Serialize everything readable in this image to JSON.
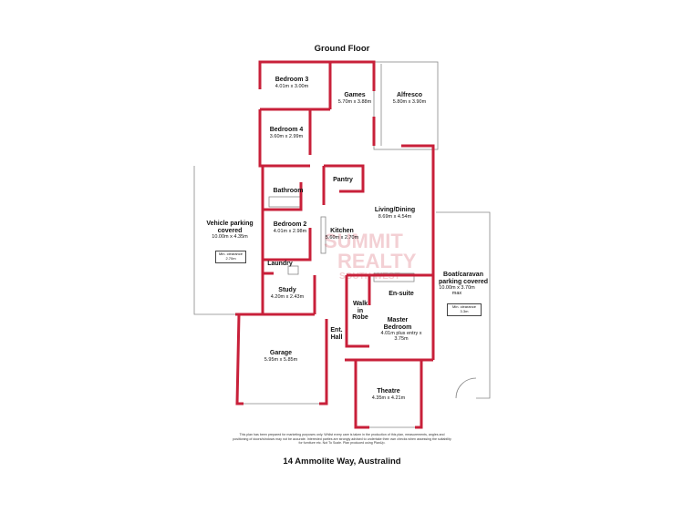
{
  "title": "Ground Floor",
  "address": "14 Ammolite Way, Australind",
  "disclaimer": "This plan has been prepared for marketing purposes only. Whilst every care is taken in the production of this plan, measurements, angles and positioning of doors/windows may not be accurate. Interested parties are strongly advised to undertake their own checks when assessing the suitability for furniture etc. Not To Scale. Plan produced using PlanUp.",
  "watermark": {
    "line1": "SUMMIT",
    "line2": "REALTY",
    "line3": "SOUTH WEST"
  },
  "colors": {
    "wall": "#c8203a",
    "outline": "#888888",
    "text": "#111111"
  },
  "rooms": {
    "bedroom3": {
      "name": "Bedroom 3",
      "dims": "4.01m x 3.00m"
    },
    "games": {
      "name": "Games",
      "dims": "5.70m x 3.88m"
    },
    "alfresco": {
      "name": "Alfresco",
      "dims": "5.80m x 3.90m"
    },
    "bedroom4": {
      "name": "Bedroom 4",
      "dims": "3.60m x 2.99m"
    },
    "pantry": {
      "name": "Pantry"
    },
    "bathroom": {
      "name": "Bathroom"
    },
    "living": {
      "name": "Living/Dining",
      "dims": "8.69m x 4.54m"
    },
    "vehicle": {
      "name": "Vehicle parking covered",
      "dims": "10.00m x 4.35m",
      "clearance": "Min. clearance 2.70m"
    },
    "bedroom2": {
      "name": "Bedroom 2",
      "dims": "4.01m x 2.98m"
    },
    "kitchen": {
      "name": "Kitchen",
      "dims": "5.60m x 2.70m"
    },
    "laundry": {
      "name": "Laundry"
    },
    "boat": {
      "name": "Boat/caravan parking covered",
      "dims": "10.00m x 3.70m max",
      "clearance": "Min. clearance 3.3m"
    },
    "study": {
      "name": "Study",
      "dims": "4.20m x 2.43m"
    },
    "ensuite": {
      "name": "En-suite"
    },
    "walkin": {
      "name": "Walk in Robe"
    },
    "master": {
      "name": "Master Bedroom",
      "dims": "4.01m plus entry x 3.75m"
    },
    "entry": {
      "name": "Ent. Hall"
    },
    "garage": {
      "name": "Garage",
      "dims": "5.95m x 5.85m"
    },
    "theatre": {
      "name": "Theatre",
      "dims": "4.35m x 4.21m"
    }
  }
}
